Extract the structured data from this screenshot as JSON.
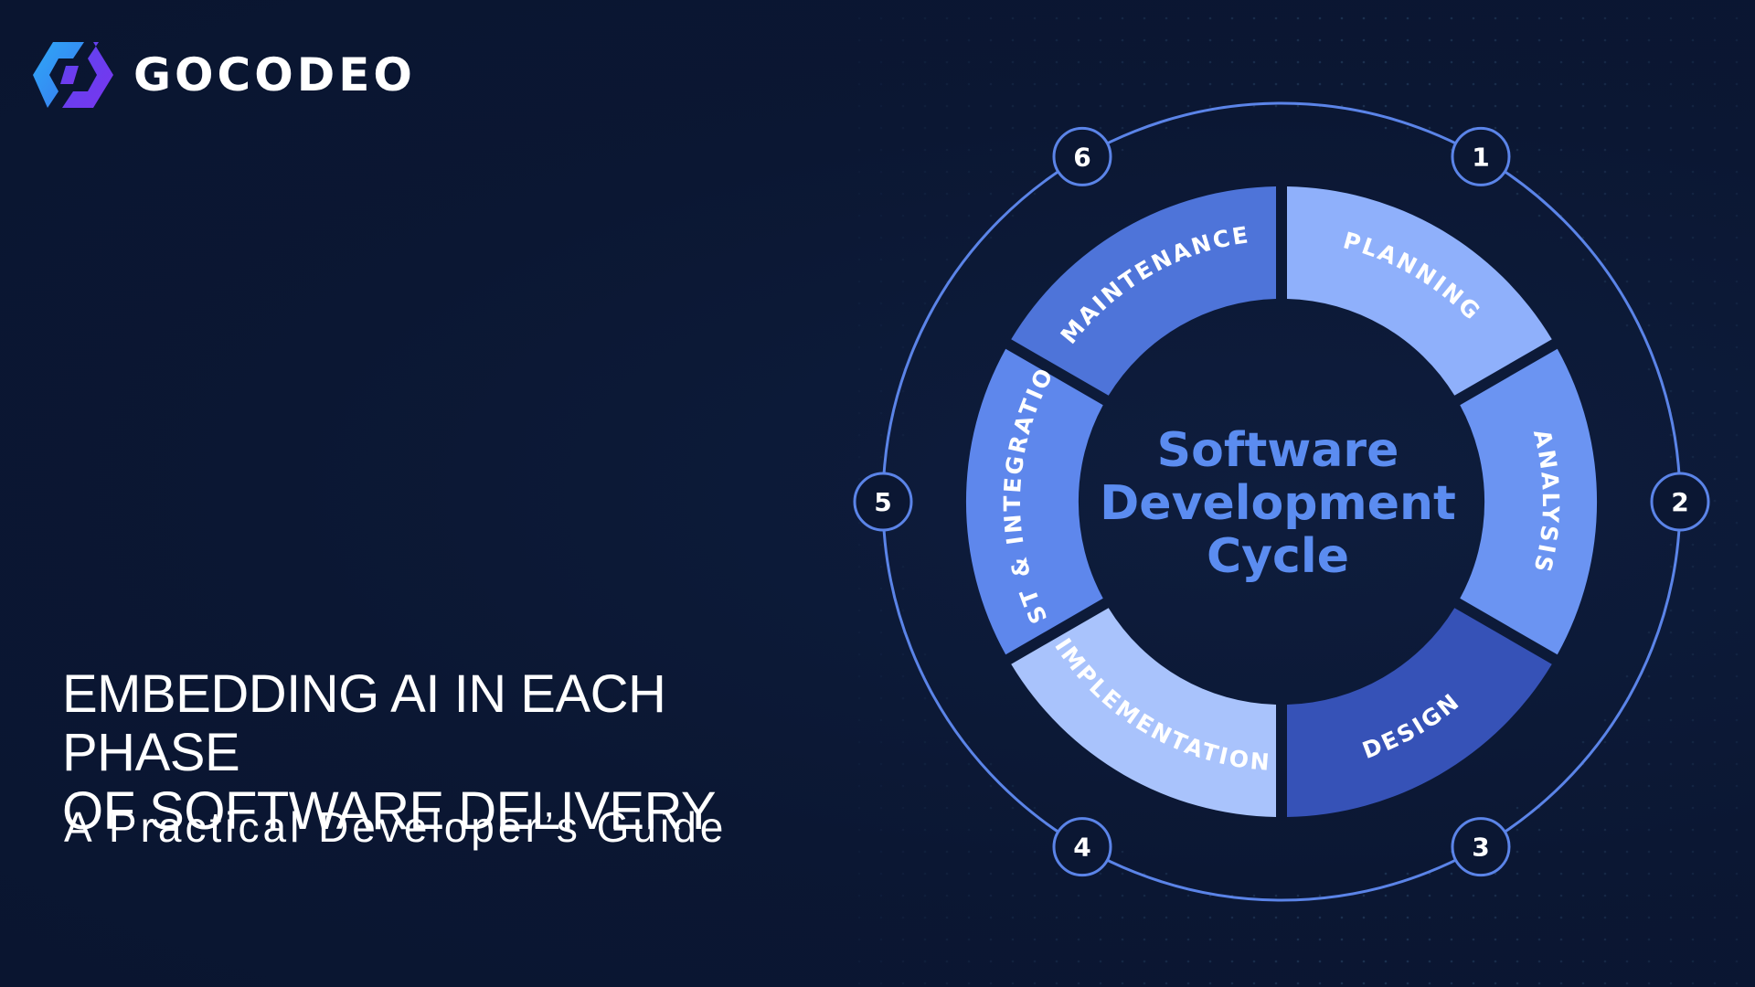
{
  "brand": {
    "name": "GOCODEO",
    "logo_icon": "gocodeo-hexagon-logo",
    "logo_colors": [
      "#3b9cf5",
      "#6a3df2"
    ]
  },
  "headline": {
    "line1": "EMBEDDING AI IN EACH PHASE",
    "line2": "OF SOFTWARE DELIVERY"
  },
  "subtitle": "A Practical Developer’s Guide",
  "diagram": {
    "center_title": {
      "line1": "Software",
      "line2": "Development",
      "line3": "Cycle"
    },
    "phases": [
      {
        "number": "1",
        "label": "PLANNING",
        "color": "#8fb0fb"
      },
      {
        "number": "2",
        "label": "ANALYSIS",
        "color": "#6b94f2"
      },
      {
        "number": "3",
        "label": "DESIGN",
        "color": "#3652b7"
      },
      {
        "number": "4",
        "label": "IMPLEMENTATION",
        "color": "#a9c3fc"
      },
      {
        "number": "5",
        "label": "TEST & INTEGRATION",
        "color": "#5e87ec"
      },
      {
        "number": "6",
        "label": "MAINTENANCE",
        "color": "#4e74d9"
      }
    ],
    "colors": {
      "background": "#0b1733",
      "center_text": "#5b8cf0",
      "outer_ring": "#5b84e8"
    }
  }
}
